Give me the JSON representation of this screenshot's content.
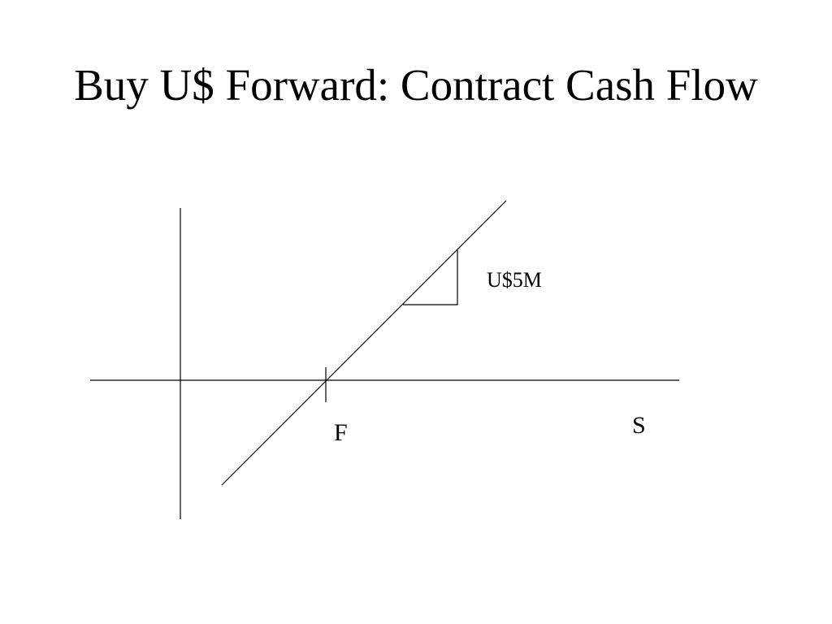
{
  "slide": {
    "title": "Buy U$ Forward: Contract Cash Flow"
  },
  "diagram": {
    "slope_label": "U$5M",
    "x_axis_label": "S",
    "forward_label": "F",
    "line_color": "#000000"
  }
}
